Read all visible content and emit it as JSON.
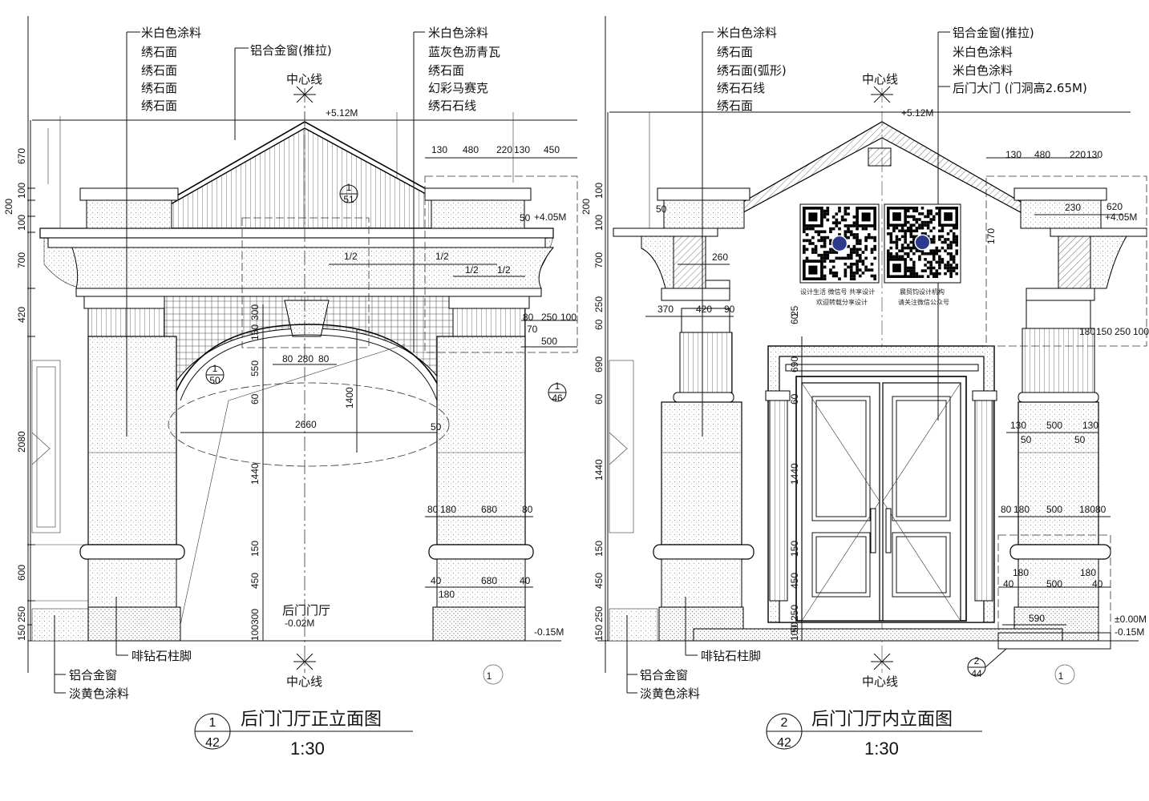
{
  "center_line": "中心线",
  "elev_512": "+5.12M",
  "elev_405": "+4.05M",
  "elev_m015": "-0.15M",
  "elev_m002": "-0.02M",
  "elev_000": "±0.00M",
  "hall_name": "后门门厅",
  "axis_number": "1",
  "qr_caption_a1": "设计生活  微信号  共享设计",
  "qr_caption_a2": "欢迎转载分享设计",
  "qr_caption_b1": "晨贸钧设计机构",
  "qr_caption_b2": "请关注微信公众号",
  "left": {
    "title": "后门门厅正立面图",
    "scale": "1:30",
    "badge_top": "1",
    "badge_bottom": "42",
    "labels_left": [
      "米白色涂料",
      "绣石面",
      "绣石面",
      "绣石面",
      "绣石面"
    ],
    "label_window": "铝合金窗(推拉)",
    "labels_right": [
      "米白色涂料",
      "蓝灰色沥青瓦",
      "绣石面",
      "幻彩马赛克",
      "绣石石线"
    ],
    "label_base": "啡钻石柱脚",
    "labels_bottom": [
      "铝合金窗",
      "淡黄色涂料"
    ],
    "dims_v": [
      "670",
      "100",
      "200",
      "100",
      "700",
      "420",
      "2080",
      "600",
      "250",
      "150"
    ],
    "dims_inner_v": [
      "300",
      "150",
      "550",
      "60",
      "1440",
      "150",
      "450",
      "300",
      "100",
      "1400"
    ],
    "dims_top": [
      "130",
      "480",
      "220",
      "130",
      "450"
    ],
    "dims_misc": [
      "50",
      "1/2",
      "1/2",
      "1/2",
      "1/2",
      "80",
      "250",
      "100",
      "70",
      "500",
      "80",
      "280",
      "80",
      "2660",
      "50",
      "80",
      "180",
      "680",
      "80",
      "40",
      "680",
      "40",
      "180"
    ],
    "ref_a": [
      "1",
      "51"
    ],
    "ref_b": [
      "1",
      "50"
    ],
    "ref_c": [
      "1",
      "46"
    ]
  },
  "right": {
    "title": "后门门厅内立面图",
    "scale": "1:30",
    "badge_top": "2",
    "badge_bottom": "42",
    "labels_left": [
      "米白色涂料",
      "绣石面",
      "绣石面(弧形)",
      "绣石石线",
      "绣石面"
    ],
    "labels_right": [
      "铝合金窗(推拉)",
      "米白色涂料",
      "米白色涂料",
      "后门大门 (门洞高2.65M)"
    ],
    "label_base": "啡钻石柱脚",
    "labels_bottom": [
      "铝合金窗",
      "淡黄色涂料"
    ],
    "dims_v": [
      "100",
      "200",
      "100",
      "700",
      "250",
      "60",
      "690",
      "60",
      "1440",
      "150",
      "450",
      "250",
      "150"
    ],
    "dims_inner_v": [
      "60",
      "25",
      "690",
      "60",
      "1440",
      "150",
      "450",
      "250",
      "50",
      "100"
    ],
    "dims_top": [
      "130",
      "480",
      "220",
      "130"
    ],
    "dims_misc": [
      "50",
      "620",
      "230",
      "170",
      "260",
      "370",
      "420",
      "90",
      "180",
      "150",
      "250",
      "100",
      "130",
      "500",
      "130",
      "50",
      "50",
      "80",
      "180",
      "500",
      "180",
      "80",
      "180",
      "500",
      "180",
      "40",
      "40",
      "590"
    ],
    "ref_a": [
      "2",
      "44"
    ]
  }
}
